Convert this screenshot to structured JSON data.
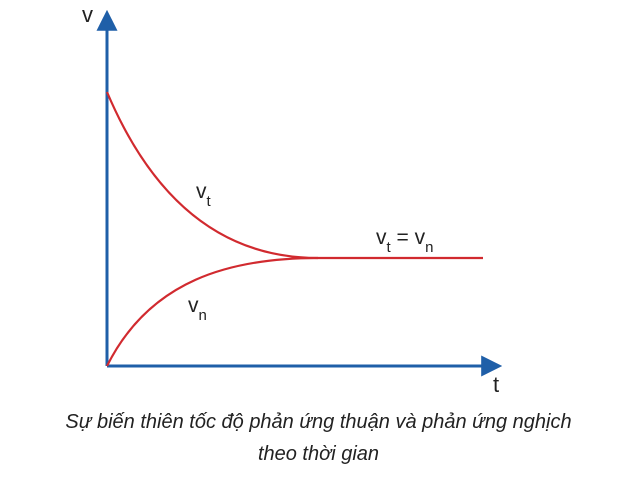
{
  "axes": {
    "y_label": "v",
    "x_label": "t"
  },
  "curves": {
    "forward": {
      "label_main": "v",
      "label_sub": "t"
    },
    "reverse": {
      "label_main": "v",
      "label_sub": "n"
    },
    "equilibrium": {
      "left_main": "v",
      "left_sub": "t",
      "equals": " = ",
      "right_main": "v",
      "right_sub": "n"
    }
  },
  "caption": {
    "line1": "Sự biến thiên tốc độ phản ứng thuận và phản ứng nghịch",
    "line2": "theo thời gian"
  },
  "colors": {
    "axis": "#1f5fa8",
    "curve": "#d12a2f",
    "text": "#222222"
  }
}
